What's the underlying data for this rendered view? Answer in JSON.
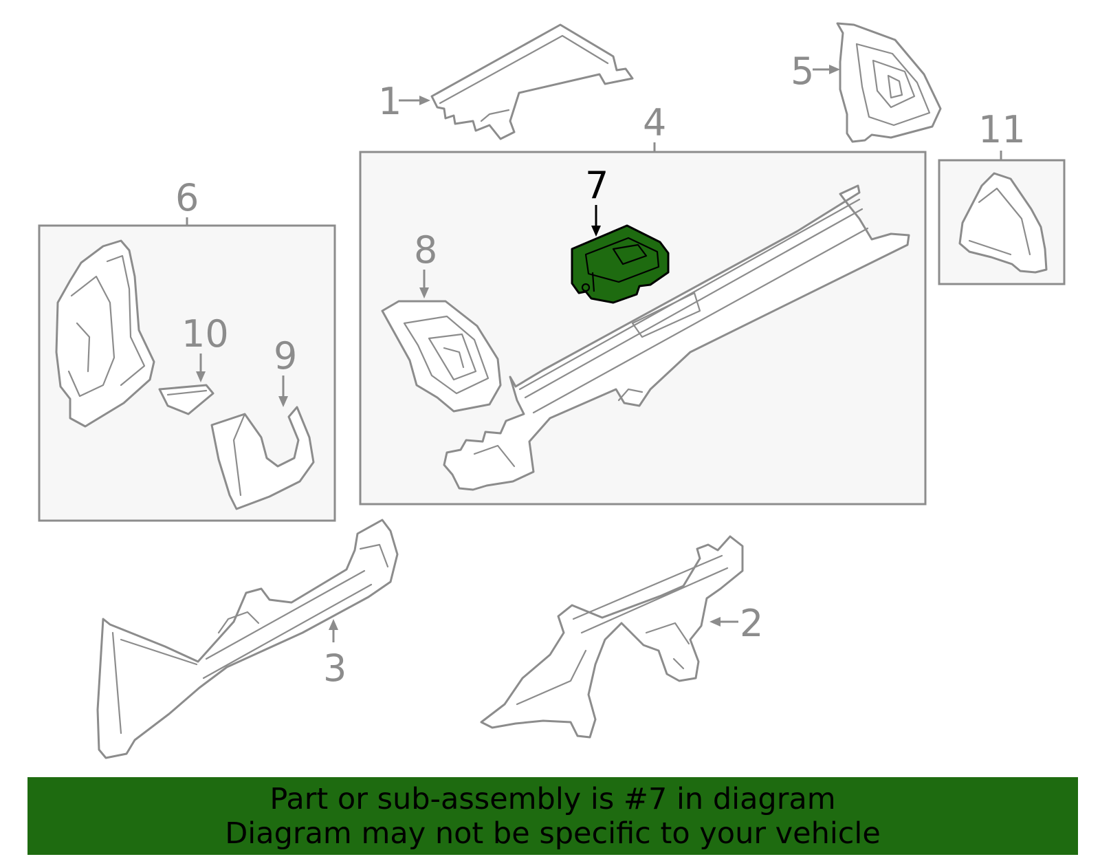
{
  "callouts": {
    "c1": "1",
    "c2": "2",
    "c3": "3",
    "c4": "4",
    "c5": "5",
    "c6": "6",
    "c7": "7",
    "c8": "8",
    "c9": "9",
    "c10": "10",
    "c11": "11"
  },
  "highlighted_part": "7",
  "banner": {
    "line1": "Part or sub-assembly is #7 in diagram",
    "line2": "Diagram may not be specific to your vehicle",
    "background_color": "#1e6b10"
  },
  "colors": {
    "line_art": "#8c8c8c",
    "highlight_fill": "#1e6b10",
    "highlight_outline": "#000000"
  }
}
